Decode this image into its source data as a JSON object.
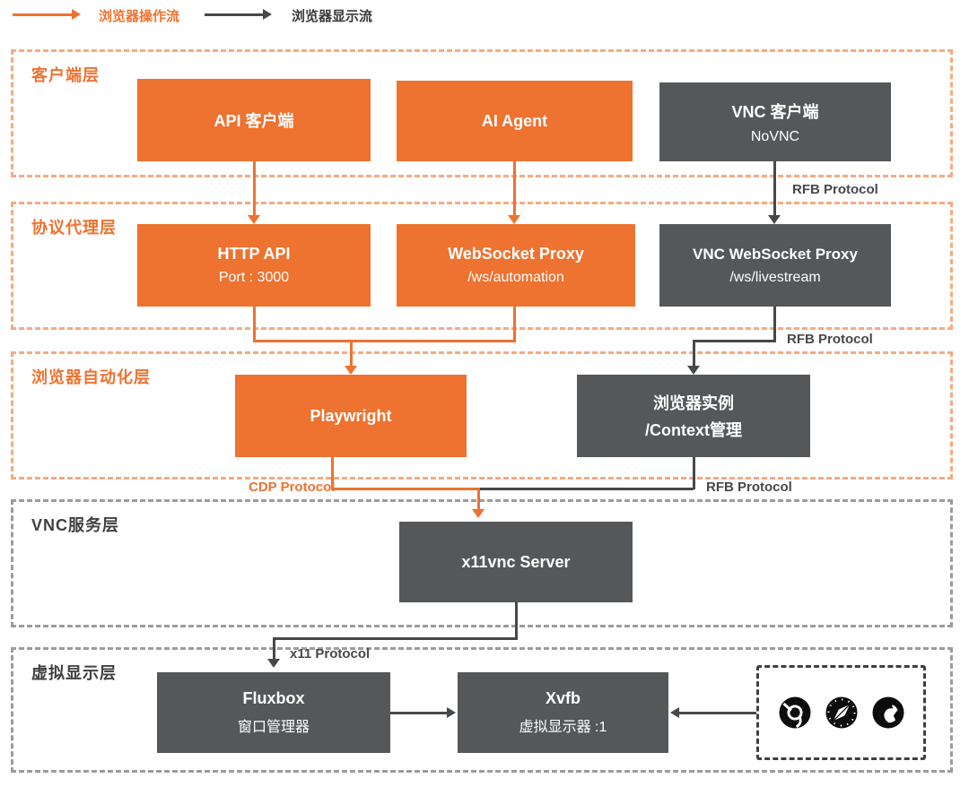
{
  "legend": {
    "operation_flow_label": "浏览器操作流",
    "display_flow_label": "浏览器显示流"
  },
  "colors": {
    "orange": "#EE7230",
    "orange_dashed_border": "#F4AB81",
    "dark_box": "#565759",
    "dark_line": "#47484A",
    "gray_dashed_border": "#9C9C9D"
  },
  "layers": [
    {
      "label": "客户端层"
    },
    {
      "label": "协议代理层"
    },
    {
      "label": "浏览器自动化层"
    },
    {
      "label": "VNC服务层"
    },
    {
      "label": "虚拟显示层"
    }
  ],
  "nodes": {
    "api_client": {
      "title": "API 客户端"
    },
    "ai_agent": {
      "title": "AI Agent"
    },
    "vnc_client": {
      "title": "VNC 客户端",
      "subtitle": "NoVNC"
    },
    "http_api": {
      "title": "HTTP API",
      "subtitle": "Port : 3000"
    },
    "ws_proxy": {
      "title": "WebSocket Proxy",
      "subtitle": "/ws/automation"
    },
    "vnc_ws_proxy": {
      "title": "VNC WebSocket Proxy",
      "subtitle": "/ws/livestream"
    },
    "playwright": {
      "title": "Playwright"
    },
    "browser_instance": {
      "title": "浏览器实例",
      "subtitle": "/Context管理"
    },
    "x11vnc": {
      "title": "x11vnc Server"
    },
    "fluxbox": {
      "title": "Fluxbox",
      "subtitle": "窗口管理器"
    },
    "xvfb": {
      "title": "Xvfb",
      "subtitle": "虚拟显示器 :1"
    }
  },
  "protocol_labels": {
    "rfb_client": "RFB Protocol",
    "rfb_proxy": "RFB Protocol",
    "rfb_instance": "RFB Protocol",
    "cdp": "CDP Protocol",
    "x11": "x11 Protocol"
  },
  "browser_icons": [
    {
      "name": "chrome-icon"
    },
    {
      "name": "safari-icon"
    },
    {
      "name": "firefox-icon"
    }
  ]
}
